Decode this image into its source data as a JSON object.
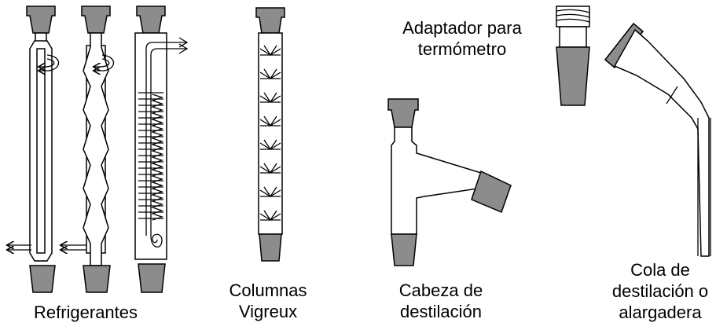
{
  "labels": {
    "refrigerantes": "Refrigerantes",
    "columnas": [
      "Columnas",
      "Vigreux"
    ],
    "adaptador": [
      "Adaptador para",
      "termómetro"
    ],
    "cabeza": [
      "Cabeza de",
      "destilación"
    ],
    "cola": [
      "Cola de",
      "destilación o",
      "alargadera"
    ]
  },
  "colors": {
    "joint": "#8c8c8c",
    "glass": "#ffffff",
    "line": "#000000"
  }
}
